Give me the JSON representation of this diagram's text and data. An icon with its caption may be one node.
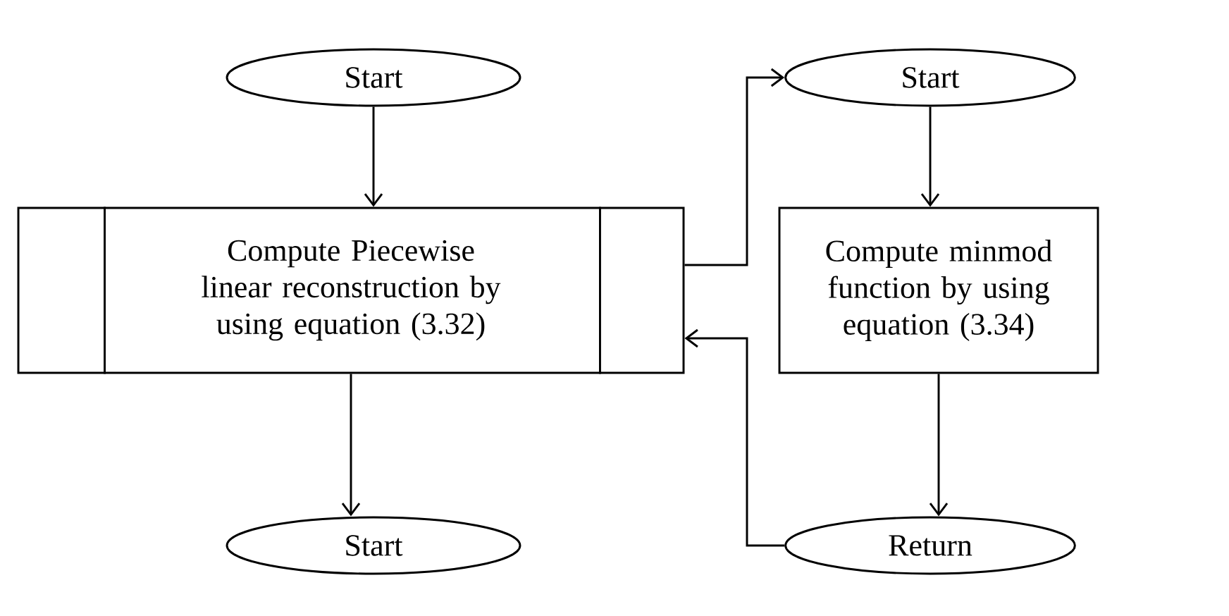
{
  "diagram": {
    "nodes": [
      {
        "text": [
          "Start"
        ]
      },
      {
        "text": [
          "Compute Piecewise linear reconstruction by using equation (3.32)"
        ]
      },
      {
        "text": [
          "Start"
        ]
      },
      {
        "text": [
          "Start"
        ]
      },
      {
        "text": [
          "Compute minmod function by using equation (3.34)"
        ]
      },
      {
        "text": [
          "Return"
        ]
      }
    ],
    "edges": [
      {
        "from": 0,
        "to": 1,
        "arrow": "to"
      },
      {
        "from": 1,
        "to": 2,
        "arrow": "to"
      },
      {
        "from": 1,
        "to": 3,
        "arrow": "to"
      },
      {
        "from": 3,
        "to": 4,
        "arrow": "to"
      },
      {
        "from": 4,
        "to": 5,
        "arrow": "to"
      },
      {
        "from": 5,
        "to": 1,
        "arrow": "to"
      }
    ]
  }
}
